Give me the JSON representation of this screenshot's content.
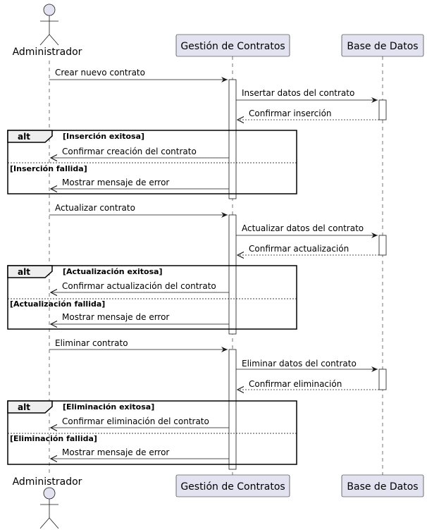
{
  "participants": {
    "admin": "Administrador",
    "gestion": "Gestión de Contratos",
    "db": "Base de Datos"
  },
  "blocks": [
    {
      "request": "Crear nuevo contrato",
      "db_call": "Insertar datos del contrato",
      "db_reply": "Confirmar inserción",
      "alt": {
        "keyword": "alt",
        "success_cond": "[Inserción exitosa]",
        "success_msg": "Confirmar creación del contrato",
        "failure_cond": "[Inserción fallida]",
        "failure_msg": "Mostrar mensaje de error"
      }
    },
    {
      "request": "Actualizar contrato",
      "db_call": "Actualizar datos del contrato",
      "db_reply": "Confirmar actualización",
      "alt": {
        "keyword": "alt",
        "success_cond": "[Actualización exitosa]",
        "success_msg": "Confirmar actualización del contrato",
        "failure_cond": "[Actualización fallida]",
        "failure_msg": "Mostrar mensaje de error"
      }
    },
    {
      "request": "Eliminar contrato",
      "db_call": "Eliminar datos del contrato",
      "db_reply": "Confirmar eliminación",
      "alt": {
        "keyword": "alt",
        "success_cond": "[Eliminación exitosa]",
        "success_msg": "Confirmar eliminación del contrato",
        "failure_cond": "[Eliminación fallida]",
        "failure_msg": "Mostrar mensaje de error"
      }
    }
  ],
  "colors": {
    "participant_fill": "#e2e2f0",
    "participant_stroke": "#181818",
    "lifeline": "#181818",
    "activation_fill": "#ffffff"
  }
}
